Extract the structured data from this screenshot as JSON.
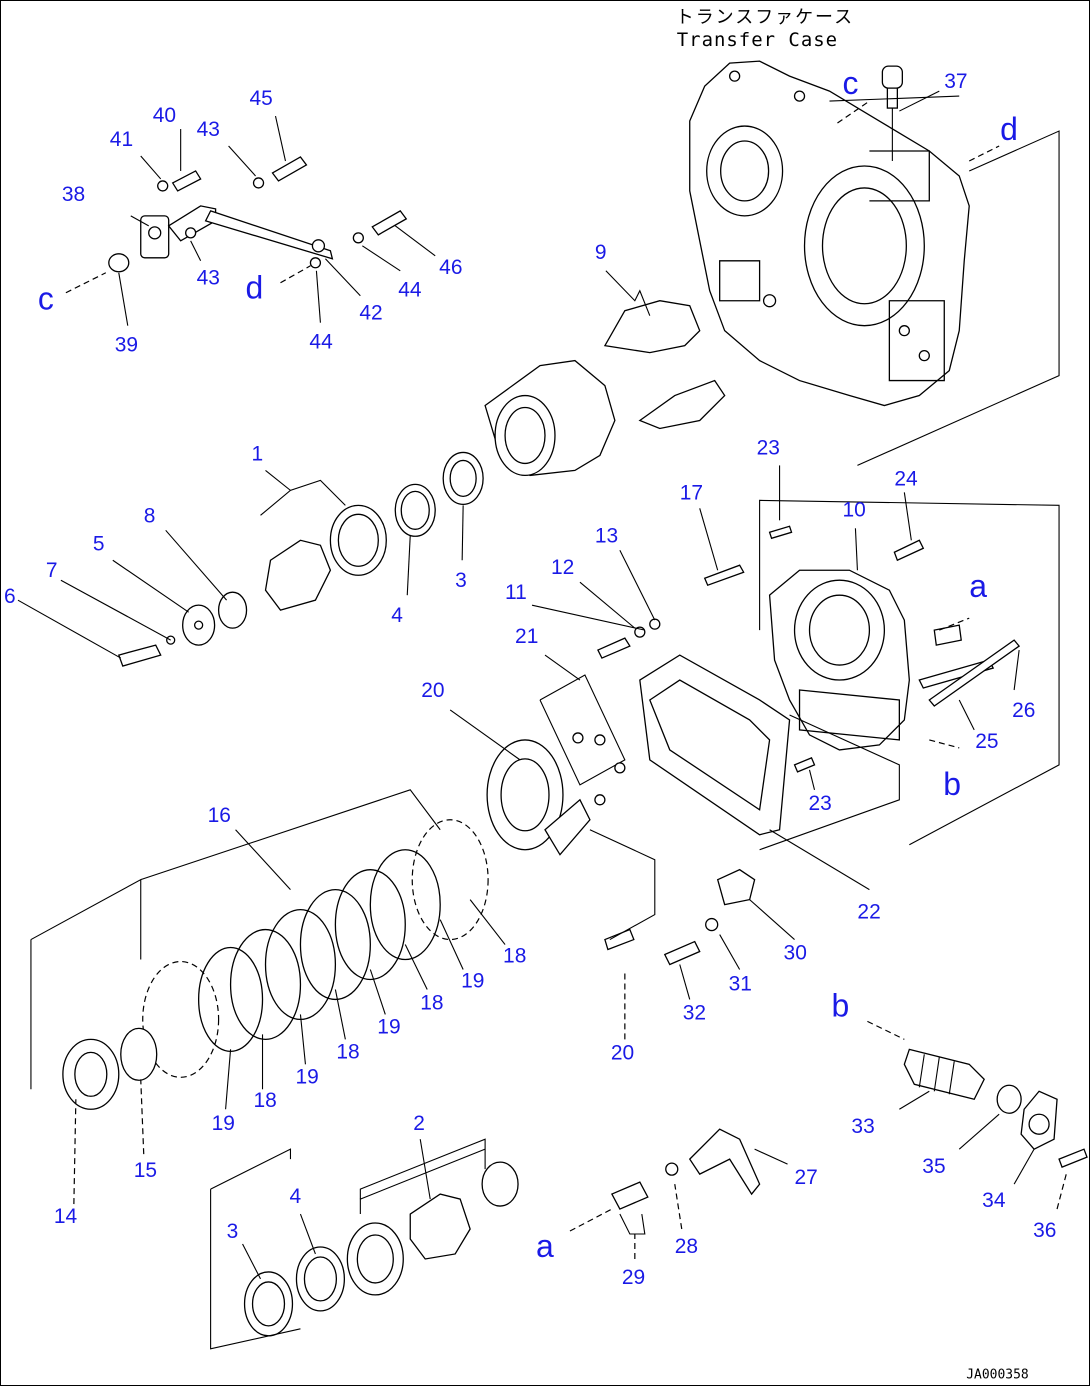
{
  "header": {
    "title_jp": "トランスファケース",
    "title_en": "Transfer Case"
  },
  "footer": {
    "code": "JA000358"
  },
  "callouts": {
    "c1": "1",
    "c2": "2",
    "c3a": "3",
    "c3b": "3",
    "c4a": "4",
    "c4b": "4",
    "c5": "5",
    "c6": "6",
    "c7": "7",
    "c8": "8",
    "c9": "9",
    "c10": "10",
    "c11": "11",
    "c12": "12",
    "c13": "13",
    "c14": "14",
    "c15": "15",
    "c16": "16",
    "c17": "17",
    "c18a": "18",
    "c18b": "18",
    "c18c": "18",
    "c18d": "18",
    "c19a": "19",
    "c19b": "19",
    "c19c": "19",
    "c19d": "19",
    "c20a": "20",
    "c20b": "20",
    "c21": "21",
    "c22": "22",
    "c23a": "23",
    "c23b": "23",
    "c24": "24",
    "c25": "25",
    "c26": "26",
    "c27": "27",
    "c28": "28",
    "c29": "29",
    "c30": "30",
    "c31": "31",
    "c32": "32",
    "c33": "33",
    "c34": "34",
    "c35": "35",
    "c36": "36",
    "c37": "37",
    "c38": "38",
    "c39": "39",
    "c40": "40",
    "c41": "41",
    "c42": "42",
    "c43a": "43",
    "c43b": "43",
    "c44a": "44",
    "c44b": "44",
    "c45": "45",
    "c46": "46"
  },
  "refs": {
    "a1": "a",
    "a2": "a",
    "b1": "b",
    "b2": "b",
    "c1": "c",
    "c2": "c",
    "d1": "d",
    "d2": "d"
  }
}
